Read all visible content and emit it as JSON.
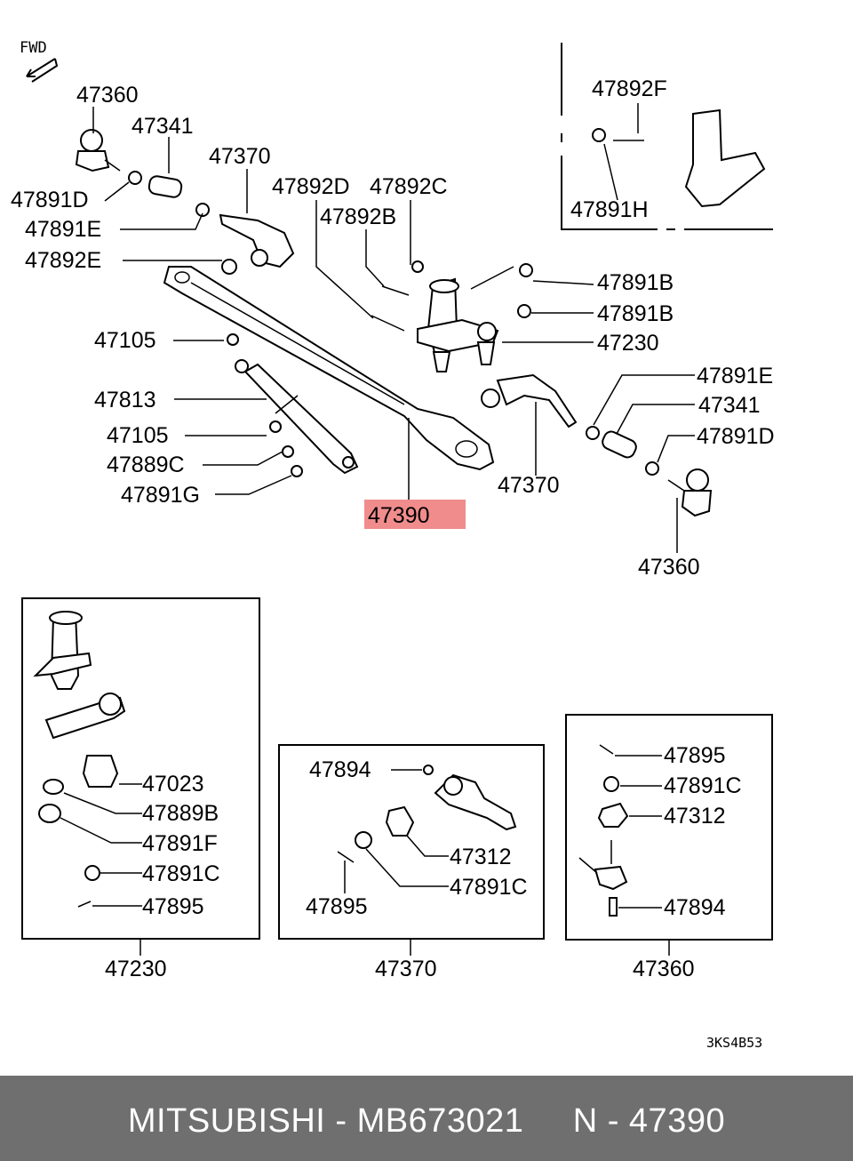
{
  "fwd_label": "FWD",
  "diagram_code": "3KS4B53",
  "highlight_color": "#f08c8c",
  "callouts": {
    "c47360_tl": "47360",
    "c47341_tl": "47341",
    "c47370_t": "47370",
    "c47891d_l": "47891D",
    "c47892d": "47892D",
    "c47892c": "47892C",
    "c47892b": "47892B",
    "c47891e_l": "47891E",
    "c47892e": "47892E",
    "c47892f": "47892F",
    "c47891h": "47891H",
    "c47891b_1": "47891B",
    "c47891b_2": "47891B",
    "c47230_main": "47230",
    "c47105_1": "47105",
    "c47813": "47813",
    "c47105_2": "47105",
    "c47889c": "47889C",
    "c47891g": "47891G",
    "c47891e_r": "47891E",
    "c47341_r": "47341",
    "c47891d_r": "47891D",
    "c47370_m": "47370",
    "c47390": "47390",
    "c47360_r": "47360"
  },
  "panel_47230": {
    "title": "47230",
    "labels": [
      "47023",
      "47889B",
      "47891F",
      "47891C",
      "47895"
    ]
  },
  "panel_47370": {
    "title": "47370",
    "labels": [
      "47894",
      "47312",
      "47891C",
      "47895"
    ]
  },
  "panel_47360": {
    "title": "47360",
    "labels": [
      "47895",
      "47891C",
      "47312",
      "47894"
    ]
  },
  "footer": {
    "text": "MITSUBISHI - MB673021     N - 47390"
  }
}
